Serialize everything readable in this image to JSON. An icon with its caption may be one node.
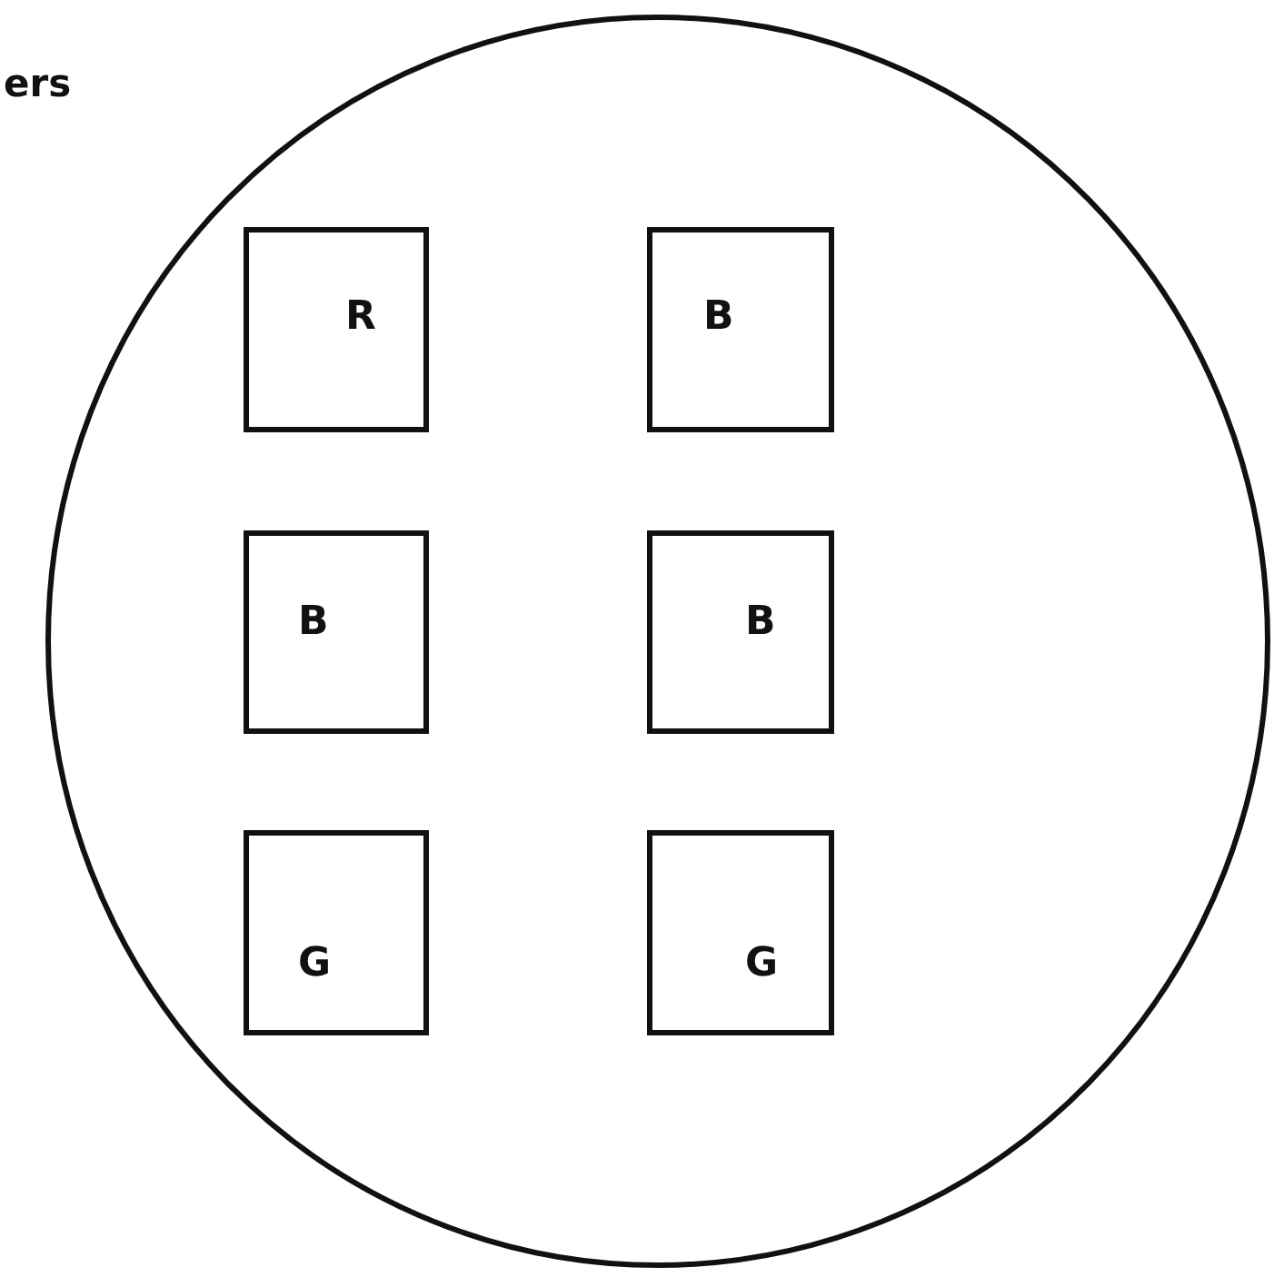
{
  "diagram": {
    "nodes": [
      {
        "text": [],
        "shape": "circle"
      },
      {
        "text": [
          "R"
        ],
        "in": 0
      },
      {
        "text": [
          "B"
        ],
        "in": 0
      },
      {
        "text": [
          "B"
        ],
        "in": 0
      },
      {
        "text": [
          "B"
        ],
        "in": 0
      },
      {
        "text": [
          "G"
        ],
        "in": 0
      },
      {
        "text": [
          "G"
        ],
        "in": 0
      }
    ],
    "labels": [
      "ers"
    ]
  }
}
